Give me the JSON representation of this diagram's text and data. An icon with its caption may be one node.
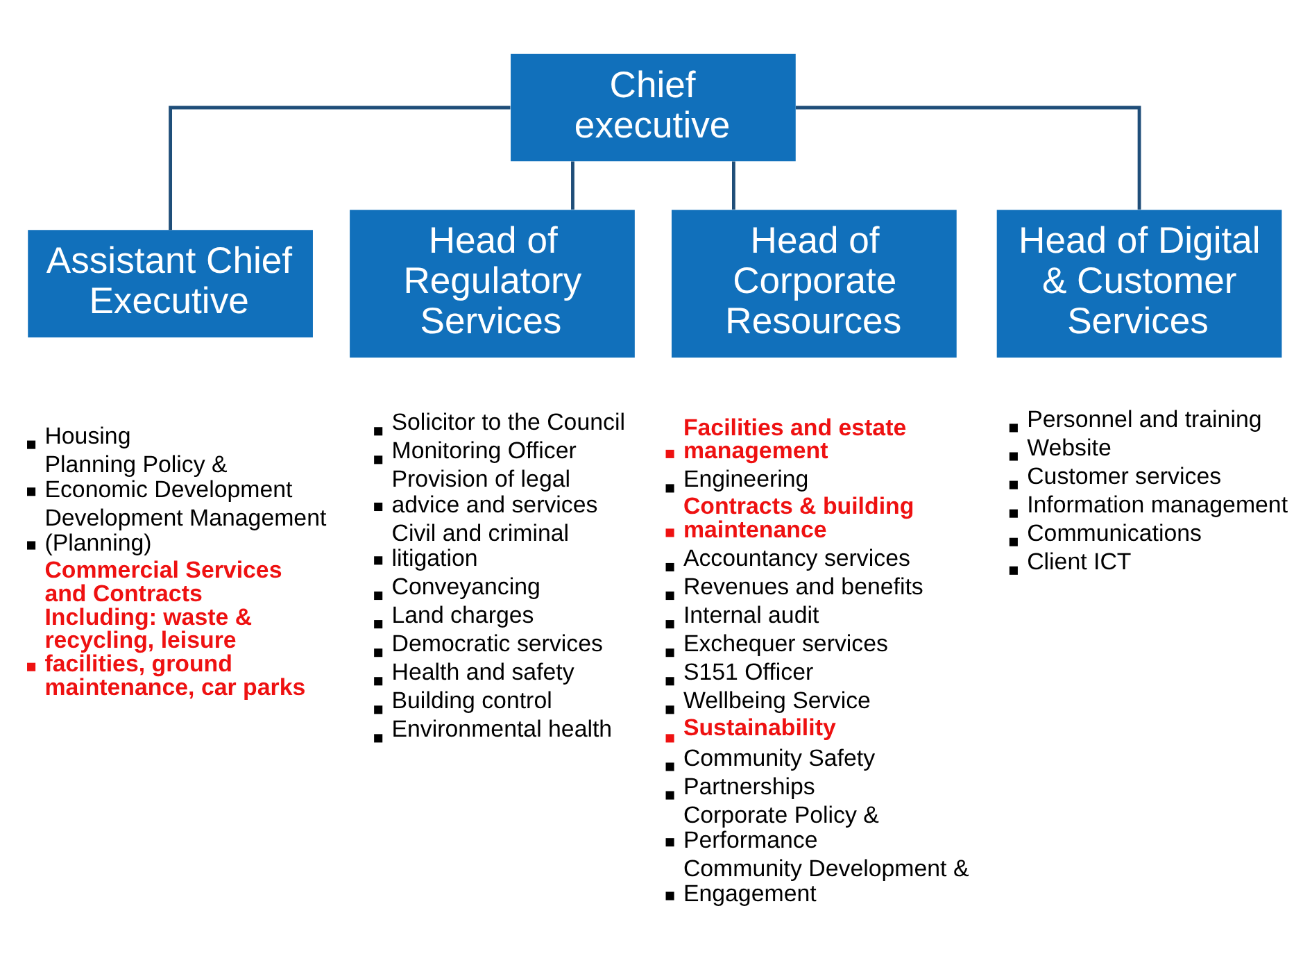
{
  "diagram": {
    "nodes": [
      {
        "text": [
          "Chief executive"
        ]
      },
      {
        "text": [
          "Assistant Chief Executive"
        ],
        "beside": [
          "Housing",
          "Planning Policy & Economic Development",
          "Development Management (Planning)",
          "**Commercial Services and Contracts Including: waste & recycling, leisure facilities, ground maintenance, car parks**"
        ]
      },
      {
        "text": [
          "Head of Regulatory Services"
        ],
        "beside": [
          "Solicitor to the Council",
          "Monitoring Officer",
          "Provision of legal advice and services",
          "Civil and criminal litigation",
          "Conveyancing",
          "Land charges",
          "Democratic services",
          "Health and safety",
          "Building control",
          "Environmental health"
        ]
      },
      {
        "text": [
          "Head of Corporate Resources"
        ],
        "beside": [
          "**Facilities and estate management**",
          "Engineering",
          "**Contracts & building maintenance**",
          "Accountancy services",
          "Revenues and benefits",
          "Internal audit",
          "Exchequer services",
          "S151 Officer",
          "Wellbeing Service",
          "**Sustainability**",
          "Community Safety",
          "Partnerships",
          "Corporate Policy & Performance",
          "Community Development & Engagement"
        ]
      },
      {
        "text": [
          "Head of Digital & Customer Services"
        ],
        "beside": [
          "Personnel and training",
          "Website",
          "Customer services",
          "Information management",
          "Communications",
          "Client ICT"
        ]
      }
    ],
    "edges": [
      {
        "from": 0,
        "to": 1,
        "arrow": "none"
      },
      {
        "from": 0,
        "to": 2,
        "arrow": "none"
      },
      {
        "from": 0,
        "to": 3,
        "arrow": "none"
      },
      {
        "from": 0,
        "to": 4,
        "arrow": "none"
      }
    ]
  }
}
